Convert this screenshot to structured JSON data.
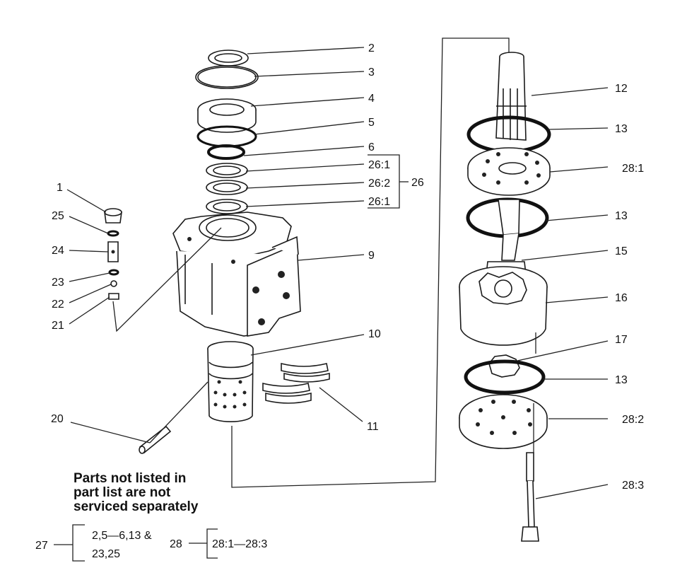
{
  "callouts": {
    "c1": "1",
    "c2": "2",
    "c3": "3",
    "c4": "4",
    "c5": "5",
    "c6": "6",
    "c9": "9",
    "c10": "10",
    "c11": "11",
    "c12": "12",
    "c13a": "13",
    "c13b": "13",
    "c13c": "13",
    "c15": "15",
    "c16": "16",
    "c17": "17",
    "c20": "20",
    "c21": "21",
    "c22": "22",
    "c23": "23",
    "c24": "24",
    "c25": "25",
    "c26": "26",
    "c26_1a": "26:1",
    "c26_2": "26:2",
    "c26_1b": "26:1",
    "c28_1": "28:1",
    "c28_2": "28:2",
    "c28_3": "28:3"
  },
  "note": {
    "line1": "Parts not listed in",
    "line2": "part list are not",
    "line3": "serviced separately"
  },
  "kits": {
    "k27_label": "27",
    "k27_line1": "2,5—6,13 &",
    "k27_line2": "23,25",
    "k28_label": "28",
    "k28_line1": "28:1—28:3"
  }
}
